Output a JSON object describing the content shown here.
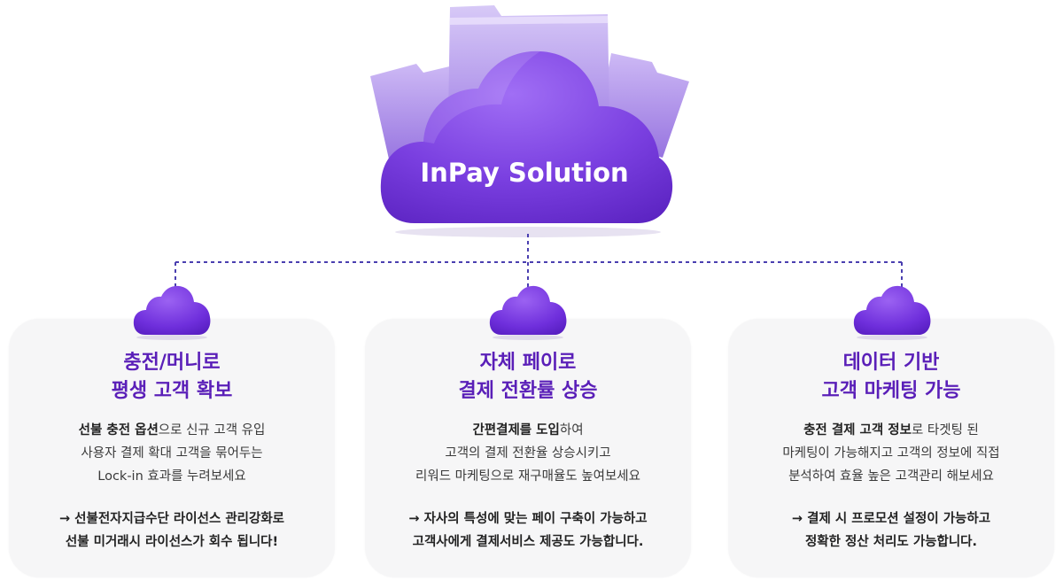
{
  "hero": {
    "title": "InPay Solution",
    "icon": "cloud-with-folders-icon",
    "color_cloud": "#7a3fe0",
    "color_folder": "#b89cf2"
  },
  "accent_color": "#5a1fb8",
  "connector_color": "#4a3fb0",
  "cards": [
    {
      "title_lines": [
        "충전/머니로",
        "평생 고객 확보"
      ],
      "body": [
        {
          "bold": "선불 충전 옵션",
          "rest": "으로 신규 고객 유입"
        },
        {
          "bold": "",
          "rest": "사용자 결제 확대 고객을 묶어두는"
        },
        {
          "bold": "",
          "rest": "Lock-in 효과를 누려보세요"
        }
      ],
      "highlight": [
        "→ 선불전자지급수단 라이선스 관리강화로",
        "선불 미거래시 라이선스가 회수 됩니다!"
      ]
    },
    {
      "title_lines": [
        "자체 페이로",
        "결제 전환률 상승"
      ],
      "body": [
        {
          "bold": "간편결제를 도입",
          "rest": "하여"
        },
        {
          "bold": "",
          "rest": "고객의 결제 전환율 상승시키고"
        },
        {
          "bold": "",
          "rest": "리워드 마케팅으로 재구매율도 높여보세요"
        }
      ],
      "highlight": [
        "→ 자사의 특성에 맞는 페이 구축이 가능하고",
        "고객사에게 결제서비스 제공도 가능합니다."
      ]
    },
    {
      "title_lines": [
        "데이터 기반",
        "고객 마케팅 가능"
      ],
      "body": [
        {
          "bold": "충전 결제 고객 정보",
          "rest": "로 타겟팅 된"
        },
        {
          "bold": "",
          "rest": "마케팅이 가능해지고 고객의 정보에 직접"
        },
        {
          "bold": "",
          "rest": "분석하여 효율 높은 고객관리 해보세요"
        }
      ],
      "highlight": [
        "→ 결제 시 프로모션 설정이 가능하고",
        "정확한 정산 처리도 가능합니다."
      ]
    }
  ]
}
